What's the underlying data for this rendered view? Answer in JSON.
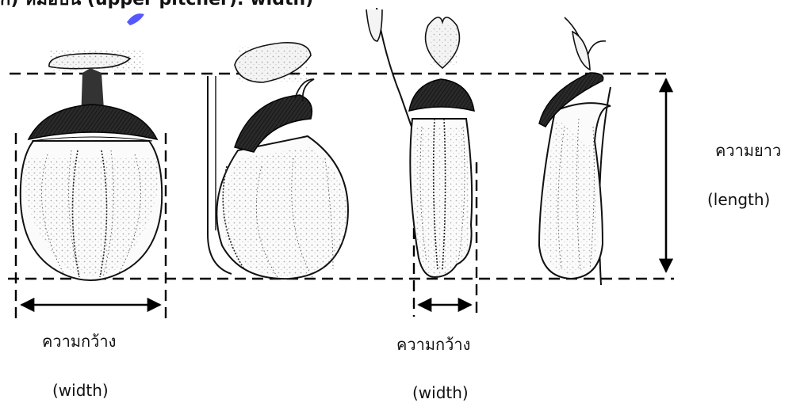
{
  "header": {
    "text": "ก) หม้อบน (upper pitcher): width)"
  },
  "labels": {
    "length_th": "ความยาว",
    "length_en": "(length)",
    "width1_th": "ความกว้าง",
    "width1_en": "(width)",
    "width2_th": "ความกว้าง",
    "width2_en": "(width)"
  },
  "colors": {
    "ink": "#000000",
    "watermark": "#3a3aff"
  }
}
